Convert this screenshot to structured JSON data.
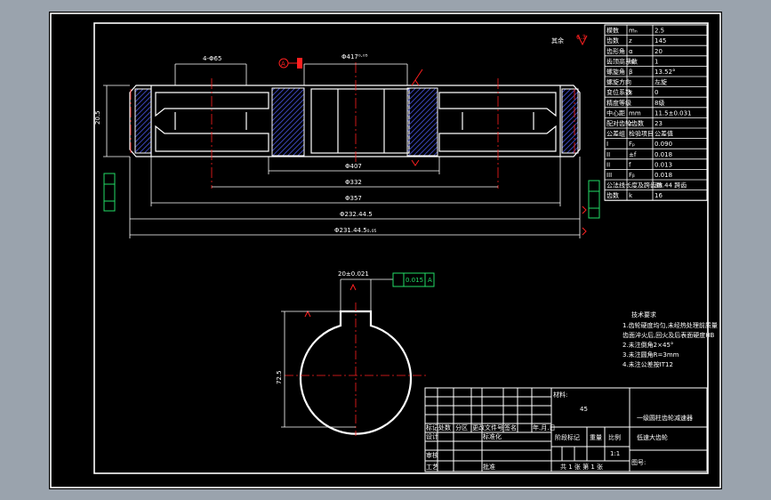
{
  "viewport": {
    "bg": "#9aa3ad",
    "sheet_bg": "#000000",
    "line": "#ffffff",
    "hatch": "#3b46b8",
    "center": "#ff2020",
    "tol": "#22dd66"
  },
  "roughness_note": "其余",
  "roughness_value": "6.3",
  "dims": {
    "d1": "4-Φ65",
    "d2": "Φ417⁰·⁰⁵",
    "d3": "Φ407",
    "d4": "Φ332",
    "d5": "Φ357",
    "d6": "Φ232.44.5",
    "d7": "Φ231.44.5₀.₀₅",
    "d8": "20.5",
    "keyw": "20±0.021",
    "keyh": "72.5",
    "tol": "0.015"
  },
  "datum": "A",
  "param_table": [
    [
      "模数",
      "mₙ",
      "2.5"
    ],
    [
      "齿数",
      "z",
      "145"
    ],
    [
      "齿形角",
      "α",
      "20"
    ],
    [
      "齿顶高系数",
      "hₐ",
      "1"
    ],
    [
      "螺旋角",
      "β",
      "13.52°"
    ],
    [
      "螺旋方向",
      "",
      "左旋"
    ],
    [
      "变位系数",
      "x",
      "0"
    ],
    [
      "精度等级",
      "",
      "8级"
    ],
    [
      "中心距",
      "mm",
      "11.5±0.031"
    ],
    [
      "配对齿轮齿数",
      "z",
      "23"
    ],
    [
      "公差组",
      "检验项目",
      "公差值"
    ],
    [
      "I",
      "Fₚ",
      "0.090"
    ],
    [
      "II",
      "±f",
      "0.018"
    ],
    [
      "II",
      "f",
      "0.013"
    ],
    [
      "III",
      "Fᵦ",
      "0.018"
    ],
    [
      "公法线长度及跨齿数",
      "",
      "38.44 跨齿"
    ],
    [
      "齿数",
      "k",
      "16"
    ]
  ],
  "tech_title": "技术要求",
  "tech_notes": [
    "1.齿轮硬度均匀,未经热处理前质量",
    "  齿面淬火后,回火及后表面硬度HB",
    "2.未注倒角2×45°",
    "3.未注圆角R=3mm",
    "4.未注公差按IT12"
  ],
  "title_block": {
    "material": "45",
    "drawing_title_1": "一级圆柱齿轮减速器",
    "drawing_title_2": "低速大齿轮",
    "h_label": "材料:",
    "r_mark": "标记",
    "r_count": "处数",
    "r_zone": "分区",
    "r_docno": "更改文件号",
    "r_sign": "签名",
    "r_date": "年.月.日",
    "design": "设计",
    "standard": "标准化",
    "check": "审核",
    "craft": "工艺",
    "stage": "阶段标记",
    "weight": "重量",
    "scale": "比例",
    "scale_val": "1:1",
    "sheets": "共 1 张  第 1 张",
    "approve": "批准",
    "code": "图号:"
  }
}
